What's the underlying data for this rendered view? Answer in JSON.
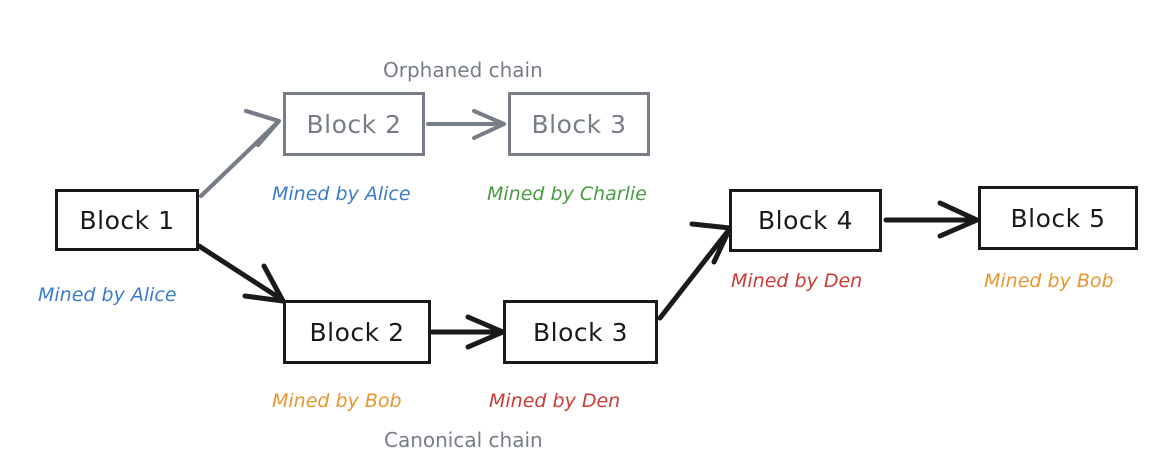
{
  "diagram": {
    "title_orphaned": "Orphaned chain",
    "title_canonical": "Canonical chain",
    "colors": {
      "muted": "#767d87",
      "dark": "#1a1a1a",
      "alice": "#3a7bd0",
      "charlie": "#4a9b42",
      "bob": "#e8962e",
      "den": "#cc3b36",
      "background": "#ffffff"
    },
    "blocks": [
      {
        "id": "block-1",
        "label": "Block 1",
        "style": "dark",
        "miner": "Mined by Alice",
        "miner_color": "#3a7bd0"
      },
      {
        "id": "orphan-block-2",
        "label": "Block 2",
        "style": "muted",
        "miner": "Mined by Alice",
        "miner_color": "#3a7bd0"
      },
      {
        "id": "orphan-block-3",
        "label": "Block 3",
        "style": "muted",
        "miner": "Mined by Charlie",
        "miner_color": "#4a9b42"
      },
      {
        "id": "canonical-block-2",
        "label": "Block 2",
        "style": "dark",
        "miner": "Mined by Bob",
        "miner_color": "#e8962e"
      },
      {
        "id": "canonical-block-3",
        "label": "Block 3",
        "style": "dark",
        "miner": "Mined by Den",
        "miner_color": "#cc3b36"
      },
      {
        "id": "canonical-block-4",
        "label": "Block 4",
        "style": "dark",
        "miner": "Mined by Den",
        "miner_color": "#cc3b36"
      },
      {
        "id": "canonical-block-5",
        "label": "Block 5",
        "style": "dark",
        "miner": "Mined by Bob",
        "miner_color": "#e8962e"
      }
    ],
    "edges": [
      {
        "from": "block-1",
        "to": "orphan-block-2",
        "style": "muted"
      },
      {
        "from": "orphan-block-2",
        "to": "orphan-block-3",
        "style": "muted"
      },
      {
        "from": "block-1",
        "to": "canonical-block-2",
        "style": "dark"
      },
      {
        "from": "canonical-block-2",
        "to": "canonical-block-3",
        "style": "dark"
      },
      {
        "from": "canonical-block-3",
        "to": "canonical-block-4",
        "style": "dark"
      },
      {
        "from": "canonical-block-4",
        "to": "canonical-block-5",
        "style": "dark"
      }
    ]
  }
}
